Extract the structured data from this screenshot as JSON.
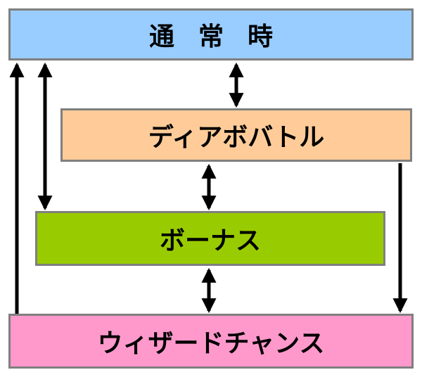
{
  "states": {
    "normal": {
      "label": "通常時",
      "color": "#99ccff"
    },
    "dia_battle": {
      "label": "ディアボバトル",
      "color": "#ffcc99"
    },
    "bonus": {
      "label": "ボーナス",
      "color": "#99cc00"
    },
    "wizard_chance": {
      "label": "ウィザードチャンス",
      "color": "#ff99cc"
    }
  },
  "transitions": [
    {
      "from": "normal",
      "to": "dia_battle",
      "direction": "both"
    },
    {
      "from": "dia_battle",
      "to": "bonus",
      "direction": "both"
    },
    {
      "from": "bonus",
      "to": "wizard_chance",
      "direction": "both"
    },
    {
      "from": "normal",
      "to": "bonus",
      "direction": "both"
    },
    {
      "from": "wizard_chance",
      "to": "normal",
      "direction": "one-way"
    },
    {
      "from": "dia_battle",
      "to": "wizard_chance",
      "direction": "one-way"
    }
  ],
  "colors": {
    "border": "#7f7f7f",
    "arrow": "#000000"
  }
}
